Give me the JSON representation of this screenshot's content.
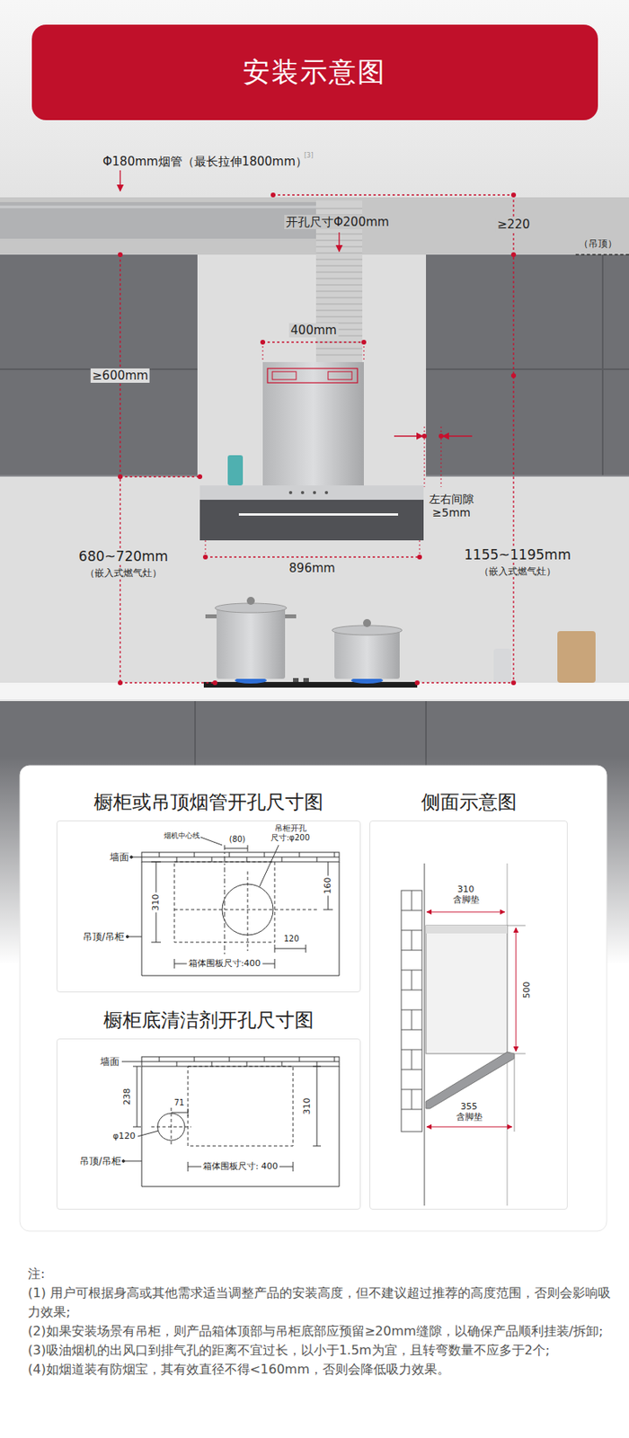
{
  "diagram": {
    "title": "安装示意图",
    "nodes": [
      {
        "text": [
          "橱柜或吊顶烟管开孔尺寸图"
        ]
      },
      {
        "text": [
          "侧面示意图"
        ]
      },
      {
        "text": [
          "橱柜底清洁剂开孔尺寸图"
        ]
      }
    ],
    "labels": [
      "Φ180mm烟管（最长拉伸1800mm）",
      "[3]",
      "开孔尺寸Φ200mm",
      "≥220",
      "（吊顶）",
      "400mm",
      "≥600mm",
      "左右间隙 ≥5mm",
      "680~720mm",
      "（嵌入式燃气灶）",
      "896mm",
      "1155~1195mm",
      "（嵌入式燃气灶）",
      "墙面",
      "烟机中心线",
      "(80)",
      "吊柜开孔 尺寸:φ200",
      "310",
      "160",
      "120",
      "吊顶/吊柜",
      "箱体围板尺寸:400",
      "墙面",
      "238",
      "71",
      "φ120",
      "310",
      "吊顶/吊柜",
      "箱体围板尺寸: 400",
      "310 含脚垫",
      "500",
      "355 含脚垫",
      "注:",
      "(1) 用户可根据身高或其他需求适当调整产品的安装高度，但不建议超过推荐的高度范围，否则会影响吸力效果;",
      "(2)如果安装场景有吊柜，则产品箱体顶部与吊柜底部应预留≥20mm缝隙，以确保产品顺利挂装/拆卸;",
      "(3)吸油烟机的出风口到排气孔的距离不宜过长，以小于1.5m为宜，且转弯数量不应多于2个;",
      "(4)如烟道装有防烟宝，其有效直径不得<160mm，否则会降低吸力效果。"
    ]
  }
}
